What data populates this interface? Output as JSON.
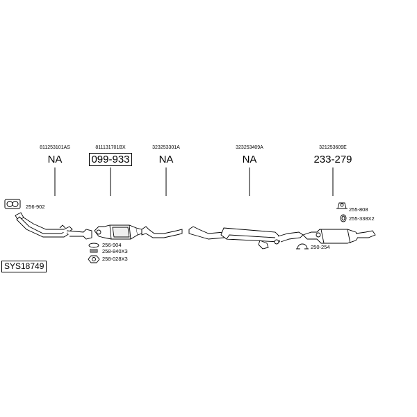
{
  "diagram": {
    "system_code": "SYS18749",
    "groups": [
      {
        "oe_number": "811253101AS",
        "part_number": "NA",
        "boxed": false
      },
      {
        "oe_number": "811131701BX",
        "part_number": "099-933",
        "boxed": true
      },
      {
        "oe_number": "323253301A",
        "part_number": "NA",
        "boxed": false
      },
      {
        "oe_number": "323253409A",
        "part_number": "NA",
        "boxed": false
      },
      {
        "oe_number": "321253609E",
        "part_number": "233-279",
        "boxed": false
      }
    ],
    "accessories": {
      "gasket_front": "256-902",
      "cat_gasket": "256-904",
      "cat_bolt": "258-840X3",
      "cat_nut": "258-028X3",
      "rear_hanger_1": "255-808",
      "rear_hanger_2": "255-338X2",
      "rear_clamp": "250-254"
    }
  }
}
